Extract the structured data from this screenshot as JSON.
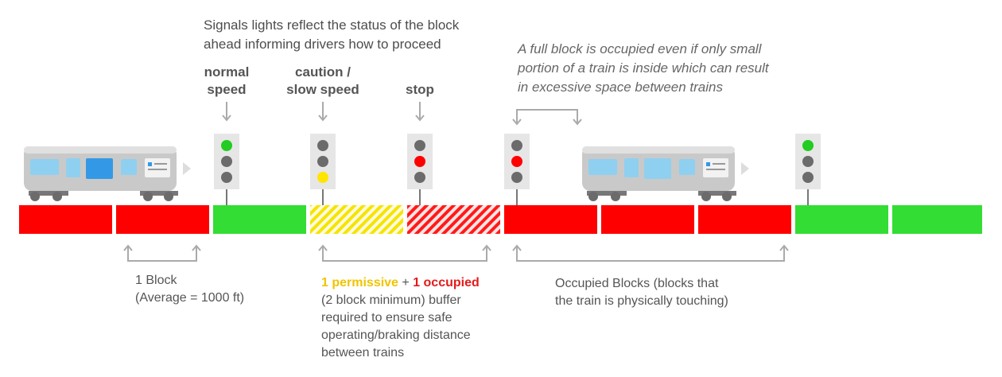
{
  "colors": {
    "occupied_red": "#ff0000",
    "clear_green": "#33dd33",
    "permissive_yellow": "#f5e400",
    "signal_green": "#22cc22",
    "signal_red": "#ff0000",
    "signal_yellow": "#ffe500",
    "signal_off": "#6b6b6b",
    "arrow_gray": "#aaaaaa"
  },
  "caption": {
    "line1": "Signals lights reflect the status of the block",
    "line2": "ahead informing drivers how to proceed"
  },
  "note": {
    "line1": "A full block is occupied even if only small",
    "line2": "portion of a train is inside which can result",
    "line3": "in excessive space between trains"
  },
  "signals": {
    "normal": {
      "line1": "normal",
      "line2": "speed",
      "aspect": "green"
    },
    "caution": {
      "line1": "caution /",
      "line2": "slow speed",
      "aspect": "yellow"
    },
    "stop": {
      "line1": "stop",
      "aspect": "red"
    },
    "signal4_aspect": "red",
    "signal5_aspect": "green"
  },
  "blocks": [
    {
      "state": "occupied"
    },
    {
      "state": "occupied"
    },
    {
      "state": "clear"
    },
    {
      "state": "permissive"
    },
    {
      "state": "occupied-hatched"
    },
    {
      "state": "occupied"
    },
    {
      "state": "occupied"
    },
    {
      "state": "occupied"
    },
    {
      "state": "clear"
    },
    {
      "state": "clear"
    }
  ],
  "annotations": {
    "block": {
      "line1": "1 Block",
      "line2": "(Average = 1000 ft)"
    },
    "buffer": {
      "permissive": "1 permissive",
      "plus": " + ",
      "occupied": "1 occupied",
      "line2": "(2 block minimum) buffer",
      "line3": "required to ensure safe",
      "line4": "operating/braking distance",
      "line5": "between trains"
    },
    "occupied": {
      "line1": "Occupied Blocks (blocks that",
      "line2": "the train is physically touching)"
    }
  }
}
